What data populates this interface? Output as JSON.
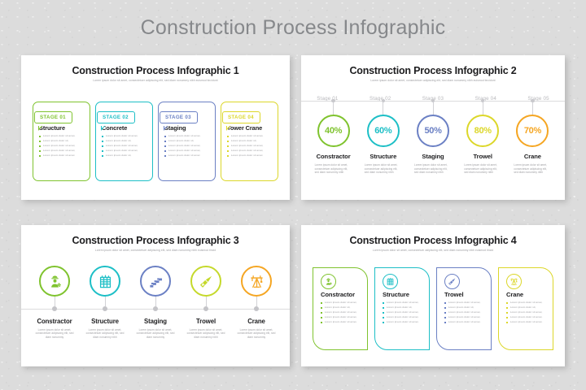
{
  "page": {
    "title": "Construction Process Infographic",
    "background_color": "#dcdcdc",
    "title_color": "#86888b"
  },
  "lorem": {
    "subtitle": "Lorem ipsum dolor sit amet, consectetuer adipiscing elit, sed diam nonummy nibh euismod tincidunt",
    "bullet_a": "Lorem ipsum dolor sit amet,",
    "bullet_b": "Lorem ipsum dolor sit,",
    "desc_2": "Lorem ipsum dolor sit amet, consectetuer adipiscing elit, sed diam nonummy nibh",
    "desc_3": "Lorem ipsum dolor sit amet, consectetuer adipiscing elit, sed diam nonummy"
  },
  "colors": {
    "green": "#7fc32e",
    "cyan": "#1dbfc6",
    "blue": "#6b80c4",
    "yellow": "#dcd72a",
    "orange": "#f5a623",
    "yellow_green": "#c5d92b"
  },
  "slide1": {
    "title": "Construction Process Infographic 1",
    "subtitle": "Lorem ipsum dolor sit amet, consectetuer adipiscing elit, sed diam nonummy nibh euismod tincidunt",
    "cards": [
      {
        "tag": "STAGE 01",
        "name": "Structure",
        "color": "#7fc32e",
        "bullets": [
          "Lorem ipsum dolor sit amet,",
          "Lorem ipsum dolor sit,",
          "Lorem ipsum dolor sit amet,",
          "Lorem ipsum dolor sit amet,",
          "Lorem ipsum dolor sit amet"
        ]
      },
      {
        "tag": "STAGE 02",
        "name": "Concrete",
        "color": "#1dbfc6",
        "bullets": [
          "Lorem ipsum dolor sit amet,",
          "Lorem ipsum dolor sit,",
          "Lorem ipsum dolor sit amet,",
          "Lorem ipsum dolor sit amet,",
          "Lorem ipsum dolor sit,"
        ]
      },
      {
        "tag": "STAGE 03",
        "name": "Staging",
        "color": "#6b80c4",
        "bullets": [
          "Lorem ipsum dolor sit amet,",
          "Lorem ipsum dolor sit,",
          "Lorem ipsum dolor sit amet,",
          "Lorem ipsum dolor sit amet,",
          "Lorem ipsum dolor sit amet"
        ]
      },
      {
        "tag": "STAGE 04",
        "name": "Tower Crane",
        "color": "#dcd72a",
        "bullets": [
          "Lorem ipsum dolor sit amet,",
          "Lorem ipsum dolor sit,",
          "Lorem ipsum dolor sit amet,",
          "Lorem ipsum dolor sit amet,",
          "Lorem ipsum dolor sit amet"
        ]
      }
    ]
  },
  "slide2": {
    "title": "Construction Process Infographic 2",
    "subtitle": "Lorem ipsum dolor sit amet, consectetuer adipiscing elit, sed diam nonummy nibh euismod tincidunt",
    "stage_labels": [
      "Stage 01",
      "Stage 02",
      "Stage 03",
      "Stage 04",
      "Stage 05"
    ],
    "items": [
      {
        "percent": "40%",
        "name": "Constractor",
        "color": "#7fc32e",
        "desc": "Lorem ipsum dolor sit amet, consectetuer adipiscing elit, sed diam nonummy nibh"
      },
      {
        "percent": "60%",
        "name": "Structure",
        "color": "#1dbfc6",
        "desc": "Lorem ipsum dolor sit amet, consectetuer adipiscing elit, sed diam nonummy nibh"
      },
      {
        "percent": "50%",
        "name": "Staging",
        "color": "#6b80c4",
        "desc": "Lorem ipsum dolor sit amet, consectetuer adipiscing elit, sed diam nonummy nibh"
      },
      {
        "percent": "80%",
        "name": "Trowel",
        "color": "#dcd72a",
        "desc": "Lorem ipsum dolor sit amet, consectetuer adipiscing elit, sed diam nonummy nibh"
      },
      {
        "percent": "70%",
        "name": "Crane",
        "color": "#f5a623",
        "desc": "Lorem ipsum dolor sit amet, consectetuer adipiscing elit, sed diam nonummy nibh"
      }
    ]
  },
  "slide3": {
    "title": "Construction Process Infographic 3",
    "subtitle": "Lorem ipsum dolor sit amet, consectetuer adipiscing elit, sed diam nonummy nibh euismod tincid",
    "items": [
      {
        "icon": "worker-icon",
        "name": "Constractor",
        "color": "#7fc32e",
        "desc": "Lorem ipsum dolor sit amet, consectetuer adipiscing elit, sed diam nonummy"
      },
      {
        "icon": "building-icon",
        "name": "Structure",
        "color": "#1dbfc6",
        "desc": "Lorem ipsum dolor sit amet, consectetuer adipiscing elit, sed diam nonummy nibh"
      },
      {
        "icon": "stairs-icon",
        "name": "Staging",
        "color": "#6b80c4",
        "desc": "Lorem ipsum dolor sit amet, consectetuer adipiscing elit, sed diam nonummy"
      },
      {
        "icon": "trowel-icon",
        "name": "Trowel",
        "color": "#c5d92b",
        "desc": "Lorem ipsum dolor sit amet, consectetuer adipiscing elit, sed diam nonummy nibh"
      },
      {
        "icon": "crane-icon",
        "name": "Crane",
        "color": "#f5a623",
        "desc": "Lorem ipsum dolor sit amet, consectetuer adipiscing elit, sed diam nonummy"
      }
    ]
  },
  "slide4": {
    "title": "Construction Process Infographic 4",
    "subtitle": "Lorem ipsum dolor sit amet, consectetuer adipiscing elit, sed diam nonummy nibh euismod tincid",
    "cards": [
      {
        "icon": "worker-icon",
        "name": "Constractor",
        "color": "#7fc32e",
        "bullets": [
          "Lorem ipsum dolor sit amet,",
          "Lorem ipsum dolor sit,",
          "Lorem ipsum dolor sit amet,",
          "Lorem ipsum dolor sit amet,",
          "Lorem ipsum dolor sit amet,"
        ]
      },
      {
        "icon": "building-icon",
        "name": "Structure",
        "color": "#1dbfc6",
        "bullets": [
          "Lorem ipsum dolor sit amet,",
          "Lorem ipsum dolor sit,",
          "Lorem ipsum dolor sit amet,",
          "Lorem ipsum dolor sit amet,",
          "Lorem ipsum dolor sit amet,"
        ]
      },
      {
        "icon": "trowel-icon",
        "name": "Trowel",
        "color": "#6b80c4",
        "bullets": [
          "Lorem ipsum dolor sit amet,",
          "Lorem ipsum dolor sit,",
          "Lorem ipsum dolor sit amet,",
          "Lorem ipsum dolor sit amet,",
          "Lorem ipsum dolor sit amet,"
        ]
      },
      {
        "icon": "crane-icon",
        "name": "Crane",
        "color": "#dcd72a",
        "bullets": [
          "Lorem ipsum dolor sit amet,",
          "Lorem ipsum dolor sit,",
          "Lorem ipsum dolor sit amet,",
          "Lorem ipsum dolor sit amet,",
          "Lorem ipsum dolor sit amet,"
        ]
      }
    ]
  }
}
